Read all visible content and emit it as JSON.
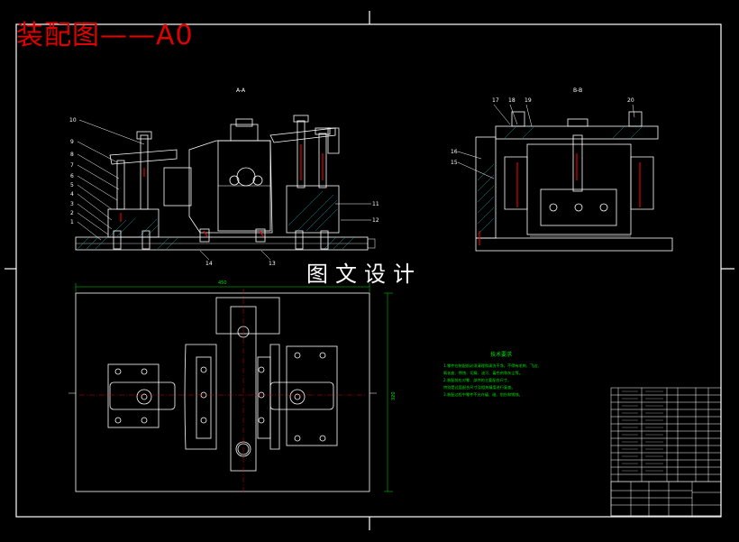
{
  "drawing": {
    "title": "装配图——A0",
    "watermark": "图文设计",
    "section_labels": {
      "view_aa": "A-A",
      "view_bb": "B-B"
    },
    "part_numbers_left": [
      "10",
      "9",
      "8",
      "7",
      "6",
      "5",
      "4",
      "3",
      "2",
      "1"
    ],
    "part_numbers_right_left_view": [
      "11",
      "12"
    ],
    "part_numbers_bottom_left_view": [
      "14",
      "13"
    ],
    "part_numbers_right_view_top": [
      "17",
      "18",
      "19",
      "20"
    ],
    "part_numbers_right_view_left": [
      "16",
      "15"
    ],
    "dimension_top": "450",
    "dimension_right": "320",
    "tech_requirements_title": "技术要求",
    "tech_requirements_lines": [
      "1.零件在装配前必须清理和清洗干净，不得有毛刺、飞边、",
      "氧化皮、锈蚀、切屑、油污、着色剂和灰尘等。",
      "2.装配前应对零、部件的主要配合尺寸，",
      "特别是过盈配合尺寸及相关精度进行复查。",
      "3.装配过程中零件不允许磕、碰、划伤和锈蚀。"
    ]
  },
  "colors": {
    "background": "#000000",
    "line": "#ffffff",
    "title": "#e00000",
    "dimension": "#00e000",
    "center": "#e00000",
    "hatch": "#00c8c8"
  }
}
